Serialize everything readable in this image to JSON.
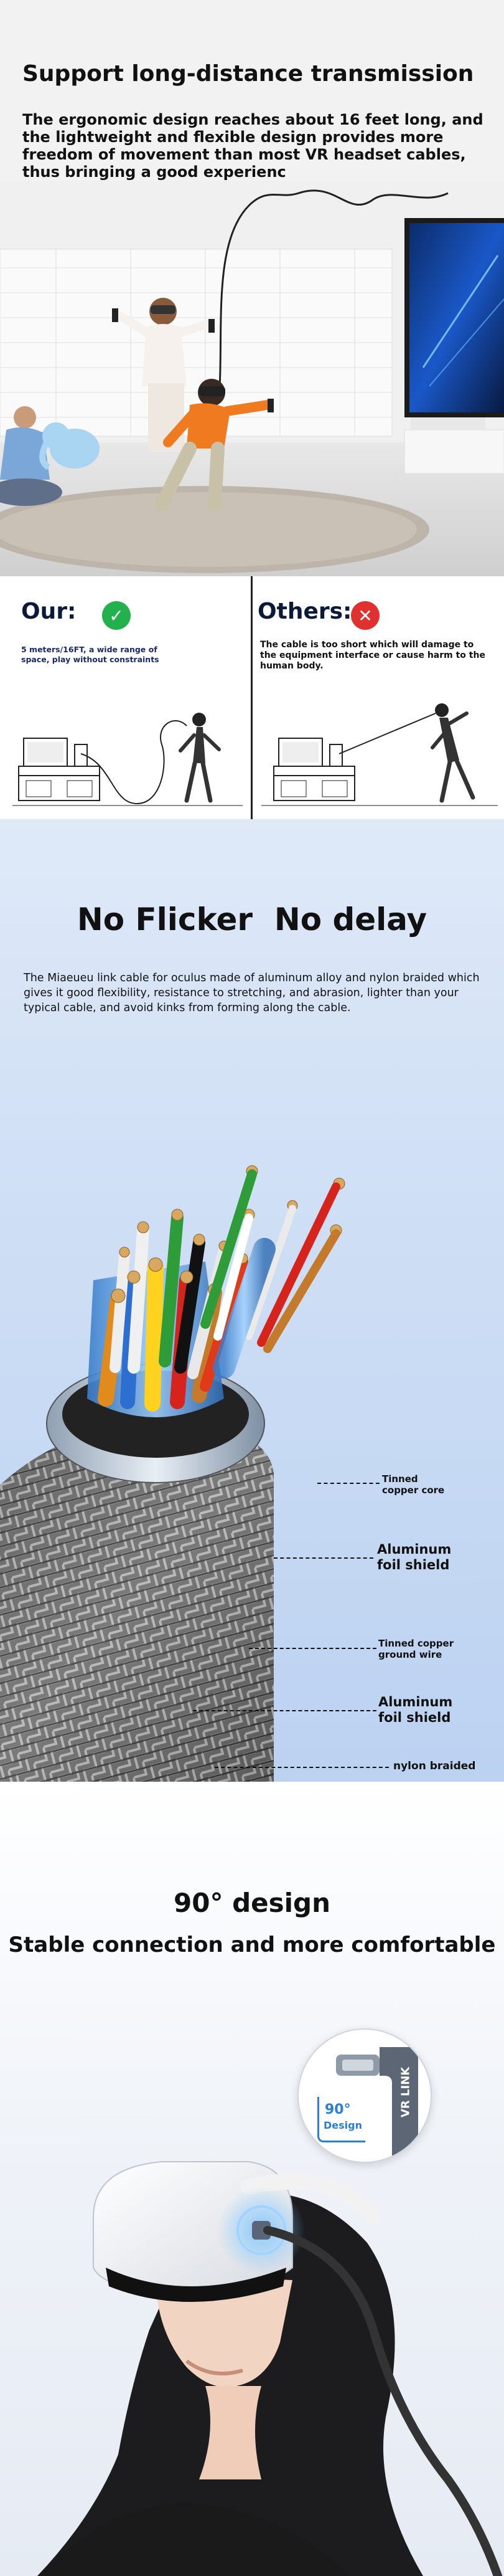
{
  "section1": {
    "title": "Support long-distance transmission",
    "description": "The ergonomic design reaches about 16 feet long, and the lightweight and flexible design provides more freedom of movement than most VR headset cables, thus bringing a good experienc",
    "ours": {
      "label": "Our:",
      "note": "5 meters/16FT, a wide range of space, play without constraints",
      "status_icon": "check-icon",
      "status_color": "#22b14c"
    },
    "others": {
      "label": "Others:",
      "note": "The cable is too short which will damage to the equipment interface or cause harm to the human body.",
      "status_icon": "x-icon",
      "status_color": "#e03030"
    }
  },
  "section2": {
    "title": "No Flicker  No delay",
    "description": "The Miaeueu link cable for oculus made of aluminum alloy and nylon braided which gives it good flexibility, resistance to stretching, and abrasion, lighter than your typical cable, and avoid kinks from forming along the cable.",
    "callouts": [
      {
        "line1": "Tinned",
        "line2": "copper core"
      },
      {
        "line1": "Aluminum",
        "line2": "foil shield"
      },
      {
        "line1": "Tinned copper",
        "line2": "ground wire"
      },
      {
        "line1": "Aluminum",
        "line2": "foil shield"
      },
      {
        "line1": "nylon braided",
        "line2": ""
      }
    ]
  },
  "section3": {
    "title": "90° design",
    "subtitle": "Stable connection and more comfortable",
    "inset": {
      "angle_label": "90°",
      "design_label": "Design",
      "connector_text": "VR LINK"
    }
  }
}
